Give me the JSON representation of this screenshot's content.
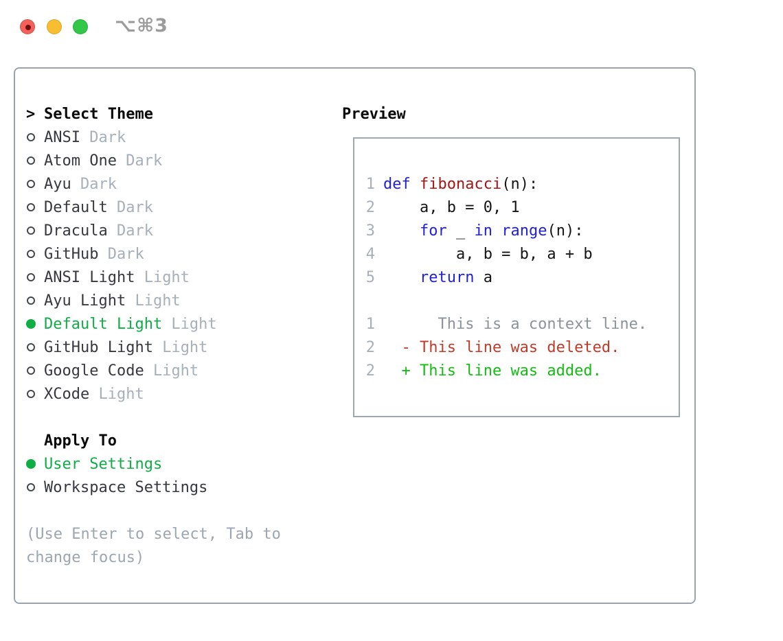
{
  "titlebar": {
    "shortcut": "⌥⌘3"
  },
  "left": {
    "title_marker": ">",
    "title": "Select Theme",
    "themes": [
      {
        "name": "ANSI",
        "variant": "Dark",
        "selected": false
      },
      {
        "name": "Atom One",
        "variant": "Dark",
        "selected": false
      },
      {
        "name": "Ayu",
        "variant": "Dark",
        "selected": false
      },
      {
        "name": "Default",
        "variant": "Dark",
        "selected": false
      },
      {
        "name": "Dracula",
        "variant": "Dark",
        "selected": false
      },
      {
        "name": "GitHub",
        "variant": "Dark",
        "selected": false
      },
      {
        "name": "ANSI Light",
        "variant": "Light",
        "selected": false
      },
      {
        "name": "Ayu Light",
        "variant": "Light",
        "selected": false
      },
      {
        "name": "Default Light",
        "variant": "Light",
        "selected": true
      },
      {
        "name": "GitHub Light",
        "variant": "Light",
        "selected": false
      },
      {
        "name": "Google Code",
        "variant": "Light",
        "selected": false
      },
      {
        "name": "XCode",
        "variant": "Light",
        "selected": false
      }
    ],
    "apply": {
      "title": "Apply To",
      "options": [
        {
          "label": "User Settings",
          "selected": true
        },
        {
          "label": "Workspace Settings",
          "selected": false
        }
      ]
    },
    "help_lines": [
      "(Use Enter to select, Tab to",
      "change focus)"
    ]
  },
  "preview": {
    "title": "Preview",
    "code": [
      {
        "n": "1",
        "tokens": [
          [
            "def",
            "kw"
          ],
          [
            " ",
            "pl"
          ],
          [
            "fibonacci",
            "fn"
          ],
          [
            "(n):",
            "pl"
          ]
        ]
      },
      {
        "n": "2",
        "tokens": [
          [
            "    a, b = 0, 1",
            "pl"
          ]
        ]
      },
      {
        "n": "3",
        "tokens": [
          [
            "    ",
            "pl"
          ],
          [
            "for",
            "kw"
          ],
          [
            " _ ",
            "pl"
          ],
          [
            "in",
            "kw"
          ],
          [
            " ",
            "pl"
          ],
          [
            "range",
            "kw"
          ],
          [
            "(n):",
            "pl"
          ]
        ]
      },
      {
        "n": "4",
        "tokens": [
          [
            "        a, b = b, a + b",
            "pl"
          ]
        ]
      },
      {
        "n": "5",
        "tokens": [
          [
            "    ",
            "pl"
          ],
          [
            "return",
            "kw"
          ],
          [
            " a",
            "pl"
          ]
        ]
      }
    ],
    "diff": [
      {
        "n": "1",
        "kind": "context",
        "text": "      This is a context line."
      },
      {
        "n": "2",
        "kind": "deleted",
        "text": "  - This line was deleted."
      },
      {
        "n": "2",
        "kind": "added",
        "text": "  + This line was added."
      }
    ]
  },
  "colors": {
    "keyword": "#1e1ee6",
    "function": "#a81414",
    "plain": "#141414",
    "green_selected": "#0eae45",
    "added_green": "#13bd11",
    "deleted_red": "#c23a28",
    "context_gray": "#8b929a",
    "muted_gray": "#a6afba",
    "traffic_red": "#f4615a",
    "traffic_red_dot": "#70100e",
    "traffic_yellow": "#f8bd30",
    "traffic_green": "#31c748"
  }
}
